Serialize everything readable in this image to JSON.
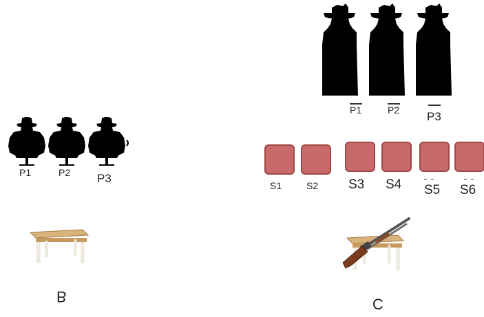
{
  "section_b": {
    "letter": "B",
    "targets": [
      {
        "label": "P1",
        "icon": "silhouette-target-icon"
      },
      {
        "label": "P2",
        "icon": "silhouette-target-icon"
      },
      {
        "label": "P3",
        "icon": "silhouette-target-icon"
      }
    ],
    "table_icon": "table-icon"
  },
  "section_c": {
    "letter": "C",
    "targets": [
      {
        "label": "P1",
        "icon": "silhouette-target-icon"
      },
      {
        "label": "P2",
        "icon": "silhouette-target-icon"
      },
      {
        "label": "P3",
        "icon": "silhouette-target-icon"
      }
    ],
    "steel_targets": [
      {
        "label": "S1"
      },
      {
        "label": "S2"
      },
      {
        "label": "S3"
      },
      {
        "label": "S4"
      },
      {
        "label": "S5"
      },
      {
        "label": "S6"
      }
    ],
    "table_icon": "table-icon",
    "gun_icon": "shotgun-icon"
  },
  "colors": {
    "target_fill": "#000000",
    "steel_fill": "#c96a6a",
    "table_top": "#d9b27c",
    "table_legs": "#f3efe2",
    "gun_stock": "#7a3b1e",
    "gun_metal": "#555555"
  }
}
